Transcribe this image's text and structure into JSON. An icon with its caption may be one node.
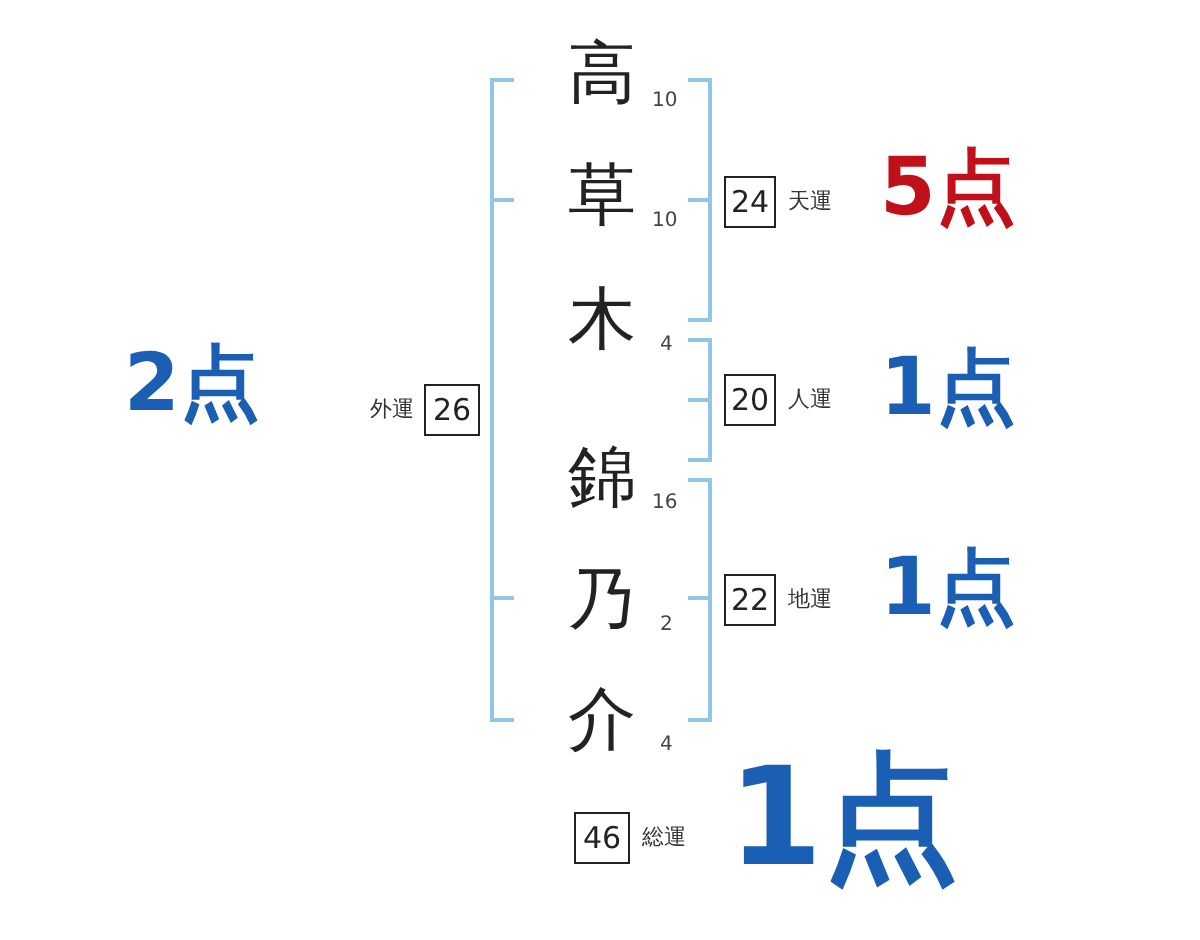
{
  "diagram": {
    "nodes": [
      {
        "text": [
          "24"
        ],
        "beside": [
          "天運"
        ]
      },
      {
        "text": [
          "26"
        ],
        "beside": [
          "外運"
        ]
      },
      {
        "text": [
          "20"
        ],
        "beside": [
          "人運"
        ]
      },
      {
        "text": [
          "22"
        ],
        "beside": [
          "地運"
        ]
      },
      {
        "text": [
          "46"
        ],
        "beside": [
          "総運"
        ]
      }
    ],
    "edges": [],
    "labels": [
      "2点",
      "高",
      "10",
      "草",
      "10",
      "木",
      "4",
      "錦",
      "16",
      "乃",
      "2",
      "介",
      "4",
      "5点",
      "1点",
      "1点",
      "1点"
    ]
  }
}
